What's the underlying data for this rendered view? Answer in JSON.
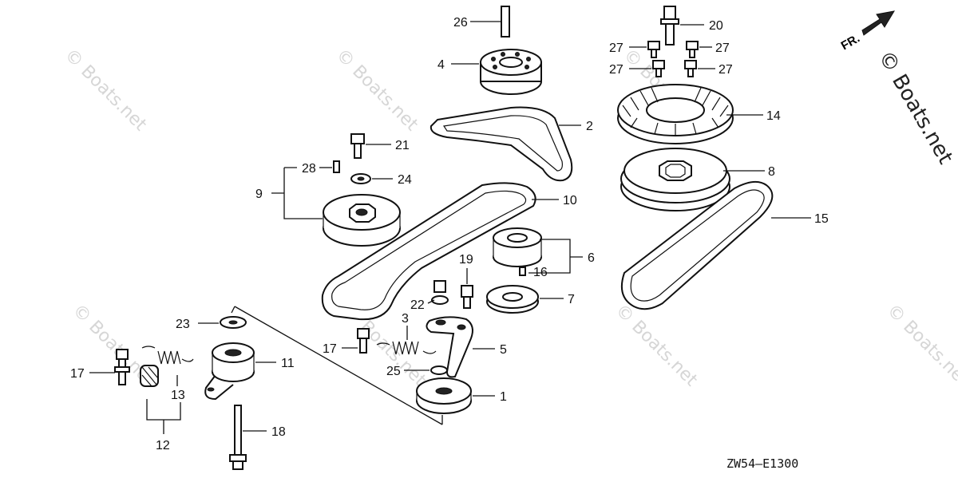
{
  "diagram_code": "ZW54—E1300",
  "direction_marker": "FR.",
  "watermark": "© Boats.net",
  "callouts": {
    "c1": "1",
    "c2": "2",
    "c3": "3",
    "c4": "4",
    "c5": "5",
    "c6": "6",
    "c7": "7",
    "c8": "8",
    "c9": "9",
    "c10": "10",
    "c11": "11",
    "c12": "12",
    "c13": "13",
    "c14": "14",
    "c15": "15",
    "c16": "16",
    "c17a": "17",
    "c17b": "17",
    "c18": "18",
    "c19": "19",
    "c20": "20",
    "c21": "21",
    "c22": "22",
    "c23": "23",
    "c24": "24",
    "c25": "25",
    "c26": "26",
    "c27a": "27",
    "c27b": "27",
    "c27c": "27",
    "c27d": "27",
    "c28": "28"
  }
}
